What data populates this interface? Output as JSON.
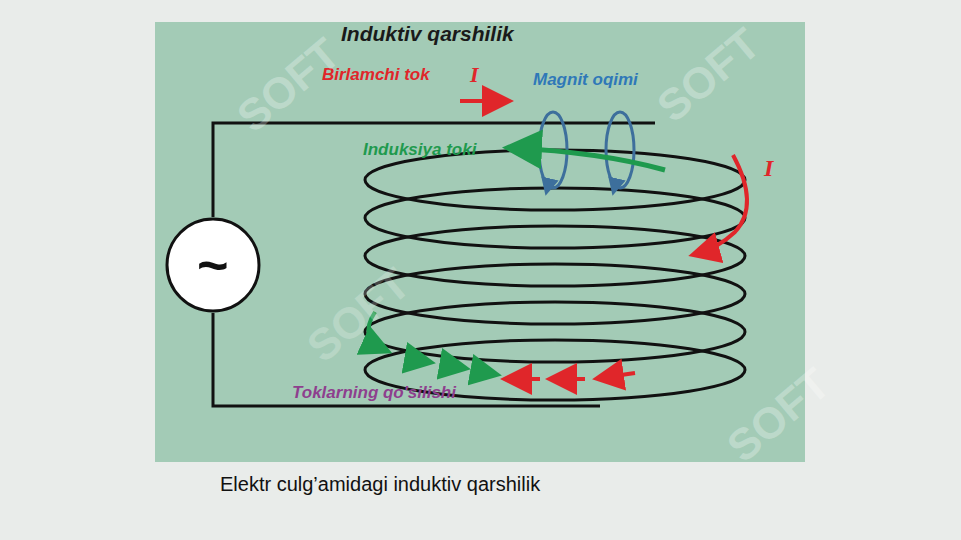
{
  "diagram": {
    "title": "Induktiv qarshilik",
    "caption": "Elektr culg’amidagi induktiv qarshilik",
    "nodes": [
      {
        "text": [
          "~"
        ]
      }
    ],
    "labels": [
      "Birlamchi tok",
      "I",
      "Magnit oqimi",
      "Induksiya toki",
      "I",
      "Toklarning qo'silishi",
      "SOFT",
      "SOFT",
      "SOFT",
      "SOFT"
    ]
  }
}
